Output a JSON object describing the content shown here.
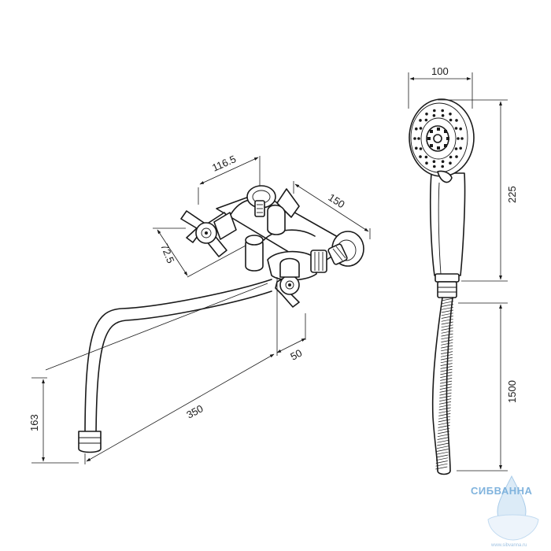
{
  "dimensions": {
    "handle_spacing": "116.5",
    "body_length": "150",
    "handle_height": "72.5",
    "spout_offset": "50",
    "spout_length": "350",
    "spout_height": "163",
    "shower_head_width": "100",
    "shower_head_length": "225",
    "hose_length": "1500"
  },
  "brand": {
    "name": "СИБВАННА",
    "site": "www.sibvanna.ru"
  },
  "colors": {
    "line": "#1a1a1a",
    "brand": "#6aa6d8"
  }
}
